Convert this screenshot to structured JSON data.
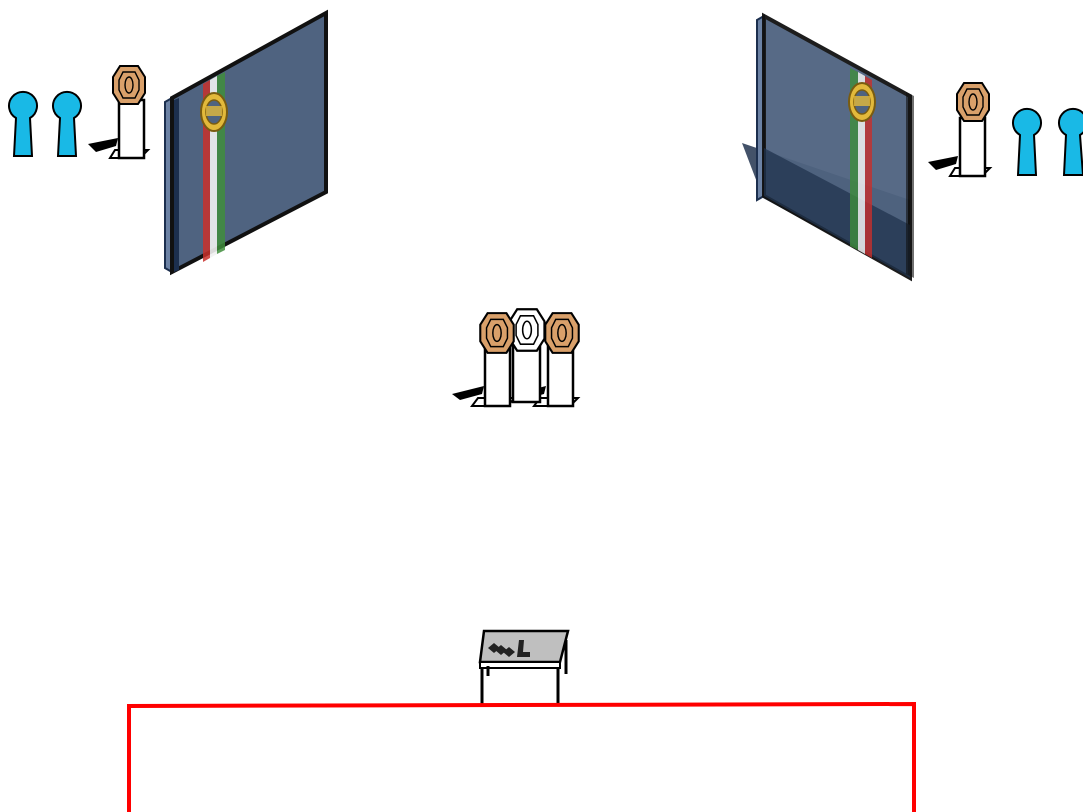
{
  "colors": {
    "background": "#ffffff",
    "panel_fill": "#4f6380",
    "panel_edge": "#1c2f4e",
    "panel_shadow": "#22344f",
    "flag_green": "#3f8d3c",
    "flag_white": "#f2f2f2",
    "flag_red": "#c8302c",
    "crest_gold": "#e2b93b",
    "target_tan": "#d9a06a",
    "target_white": "#ffffff",
    "popper_blue": "#19b9e6",
    "outline": "#000000",
    "table_top": "#bfbfbf",
    "shooting_box": "#ff0000"
  },
  "stage": {
    "walls": [
      {
        "name": "wall-left",
        "flag": "tricolor-with-crest"
      },
      {
        "name": "wall-right",
        "flag": "tricolor-with-crest"
      }
    ],
    "targets": [
      {
        "name": "target-left-tan",
        "type": "paper",
        "color": "tan"
      },
      {
        "name": "target-right-tan",
        "type": "paper",
        "color": "tan"
      },
      {
        "name": "target-center-left-tan",
        "type": "paper",
        "color": "tan"
      },
      {
        "name": "target-center-no-shoot",
        "type": "paper",
        "color": "white"
      },
      {
        "name": "target-center-right-tan",
        "type": "paper",
        "color": "tan"
      }
    ],
    "poppers": [
      {
        "name": "popper-left-1",
        "color": "blue"
      },
      {
        "name": "popper-left-2",
        "color": "blue"
      },
      {
        "name": "popper-right-1",
        "color": "blue"
      },
      {
        "name": "popper-right-2",
        "color": "blue"
      }
    ],
    "props": [
      {
        "name": "start-table",
        "contents": "pistol-and-magazines-icon"
      }
    ],
    "shooting_area": {
      "name": "shooting-box",
      "color": "red"
    }
  }
}
